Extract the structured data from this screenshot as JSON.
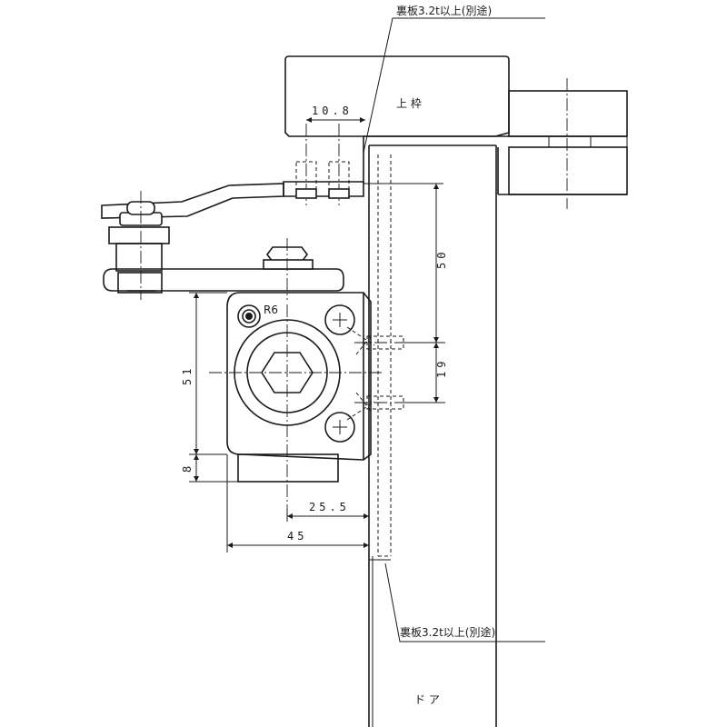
{
  "labels": {
    "top_note": "裏板3.2t以上(別途)",
    "bottom_note": "裏板3.2t以上(別途)",
    "frame_label": "上 枠",
    "door_label": "ド ア",
    "small_mark": "R6"
  },
  "dimensions": {
    "d10_8": "10.8",
    "d50": "50",
    "d19": "19",
    "d51": "51",
    "d8": "8",
    "d25_5": "25.5",
    "d45": "45"
  },
  "colors": {
    "line": "#1a1a1a",
    "background": "#ffffff"
  }
}
